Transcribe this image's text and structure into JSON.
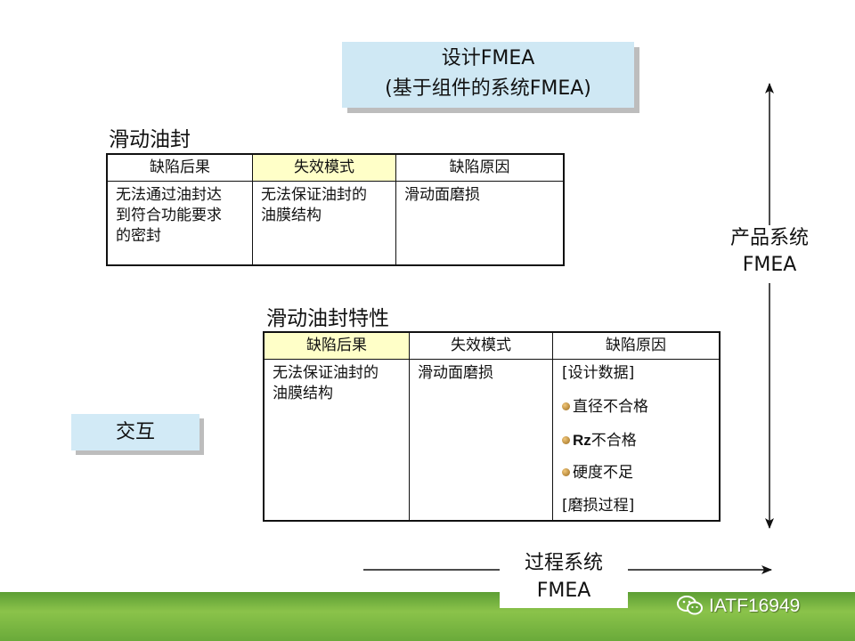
{
  "header": {
    "line1": "设计FMEA",
    "line2": "(基于组件的系统FMEA)"
  },
  "table1": {
    "title": "滑动油封",
    "headers": [
      "缺陷后果",
      "失效模式",
      "缺陷原因"
    ],
    "effect": [
      "无法通过油封达",
      "到符合功能要求",
      "的密封"
    ],
    "mode": [
      "无法保证油封的",
      "油膜结构"
    ],
    "cause": "滑动面磨损"
  },
  "table2": {
    "title": "滑动油封特性",
    "headers": [
      "缺陷后果",
      "失效模式",
      "缺陷原因"
    ],
    "effect": [
      "无法保证油封的",
      "油膜结构"
    ],
    "mode": "滑动面磨损",
    "cause": {
      "heading": "[设计数据]",
      "items": [
        "直径不合格",
        "Rz",
        "不合格",
        "硬度不足"
      ],
      "footer": "[磨损过程]"
    }
  },
  "interaction_label": "交互",
  "product_label": {
    "line1": "产品系统",
    "line2": "FMEA"
  },
  "process_label": {
    "line1": "过程系统",
    "line2": "FMEA"
  },
  "brand": {
    "icon": "wechat-icon",
    "text": "IATF16949"
  },
  "colors": {
    "header_box": "#cfe8f4",
    "highlight_cell": "#ffffc8",
    "interaction_box": "#d2eaf6",
    "footer_band": "#8bc34a"
  }
}
